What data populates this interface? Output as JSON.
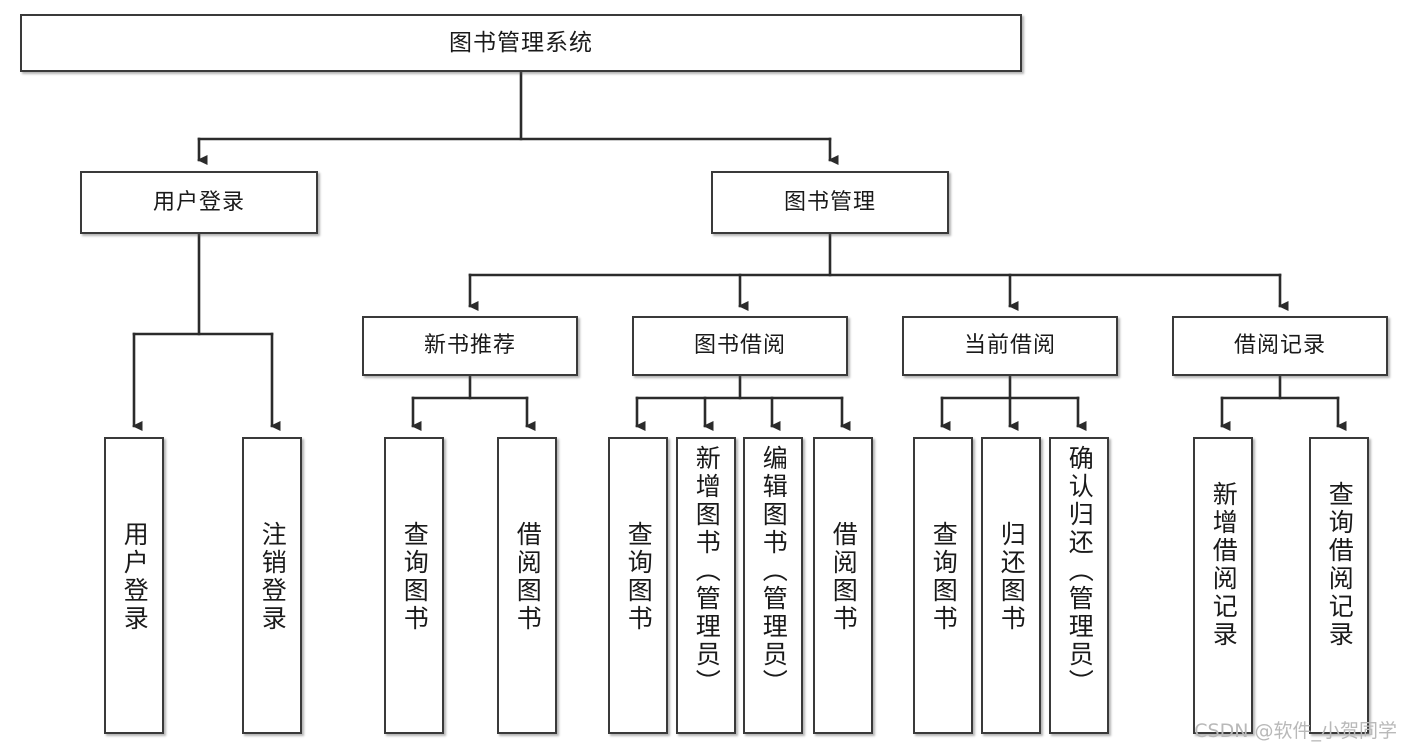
{
  "diagram": {
    "title": "图书管理系统",
    "type": "function-structure-tree",
    "colors": {
      "box_border": "#3a3a3a",
      "box_fill": "#ffffff",
      "connector": "#2b2b2b",
      "text": "#1a1a1a",
      "watermark": "#b9b9b9"
    },
    "root": {
      "label": "图书管理系统"
    },
    "level2": [
      {
        "label": "用户登录"
      },
      {
        "label": "图书管理"
      }
    ],
    "level3": [
      {
        "label": "新书推荐"
      },
      {
        "label": "图书借阅"
      },
      {
        "label": "当前借阅"
      },
      {
        "label": "借阅记录"
      }
    ],
    "leaves": {
      "user_login": [
        {
          "label": "用户登录"
        },
        {
          "label": "注销登录"
        }
      ],
      "new_book_recommend": [
        {
          "label": "查询图书"
        },
        {
          "label": "借阅图书"
        }
      ],
      "book_borrow": [
        {
          "label": "查询图书"
        },
        {
          "label": "新增图书（管理员）"
        },
        {
          "label": "编辑图书（管理员）"
        },
        {
          "label": "借阅图书"
        }
      ],
      "current_borrow": [
        {
          "label": "查询图书"
        },
        {
          "label": "归还图书"
        },
        {
          "label": "确认归还（管理员）"
        }
      ],
      "borrow_record": [
        {
          "label": "新增借阅记录"
        },
        {
          "label": "查询借阅记录"
        }
      ]
    },
    "watermark": "CSDN @软件_小贺同学"
  }
}
